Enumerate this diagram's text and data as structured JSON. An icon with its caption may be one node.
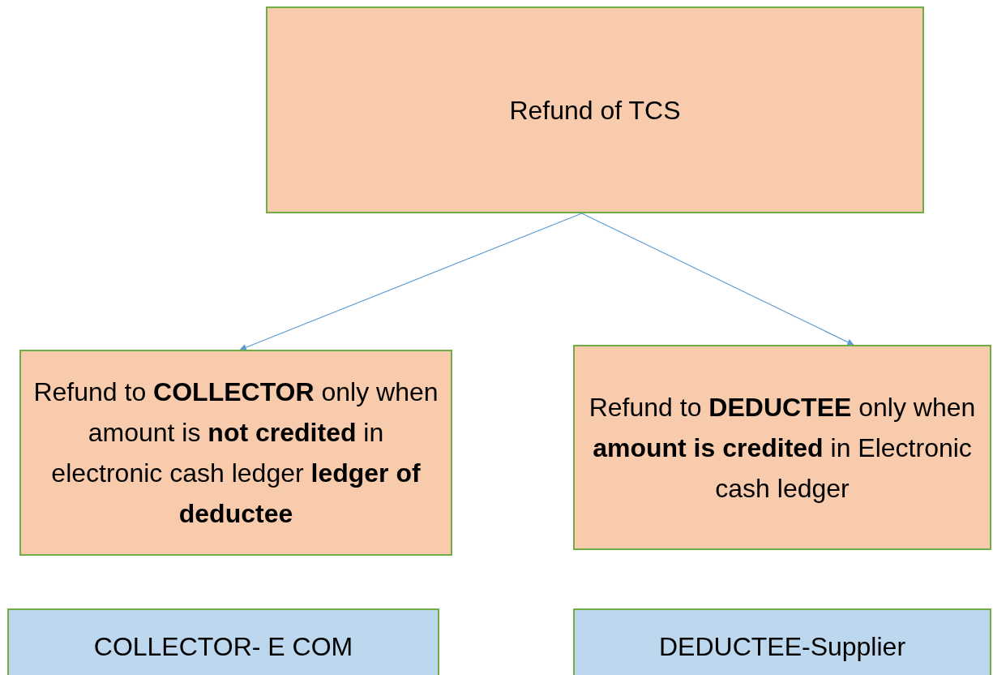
{
  "diagram": {
    "nodes": [
      {
        "text": [
          "Refund of TCS"
        ]
      },
      {
        "text": [
          "Refund to **COLLECTOR** only when amount is **not credited** in electronic cash ledger **ledger of deductee**"
        ]
      },
      {
        "text": [
          "Refund to **DEDUCTEE** only when **amount is credited** in Electronic cash ledger"
        ]
      },
      {
        "text": [
          "COLLECTOR- E COM"
        ]
      },
      {
        "text": [
          "DEDUCTEE-Supplier"
        ]
      }
    ],
    "edges": [
      {
        "from": 0,
        "to": 1,
        "arrow": "to"
      },
      {
        "from": 0,
        "to": 2,
        "arrow": "to"
      }
    ]
  }
}
